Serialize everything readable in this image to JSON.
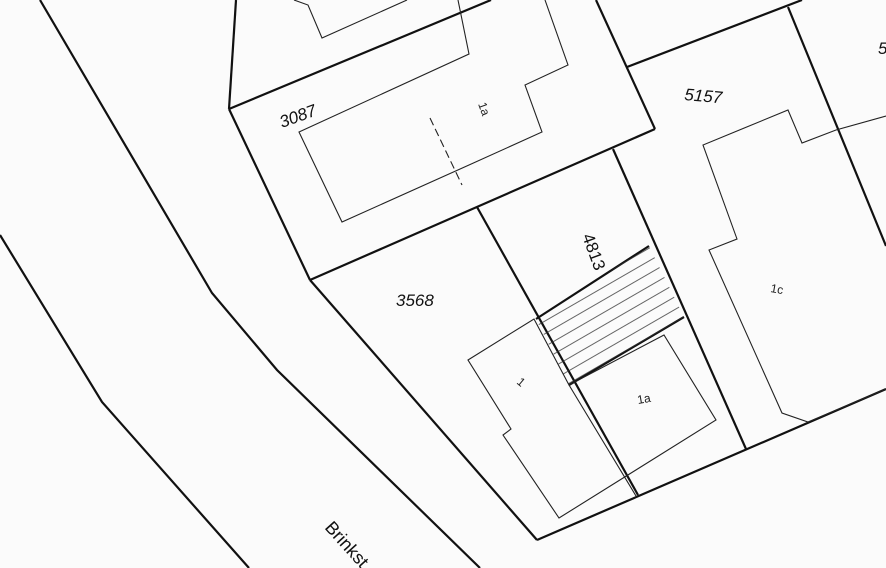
{
  "map": {
    "parcels": [
      {
        "number": "3087"
      },
      {
        "number": "5157"
      },
      {
        "number": "4813"
      },
      {
        "number": "3568"
      },
      {
        "number": "5"
      }
    ],
    "house_numbers": [
      "1a",
      "1c",
      "1",
      "1a"
    ],
    "street": "Brinkst",
    "colors": {
      "lines": "#111111",
      "background": "#fbfbfb",
      "hatch": "#333333"
    }
  }
}
